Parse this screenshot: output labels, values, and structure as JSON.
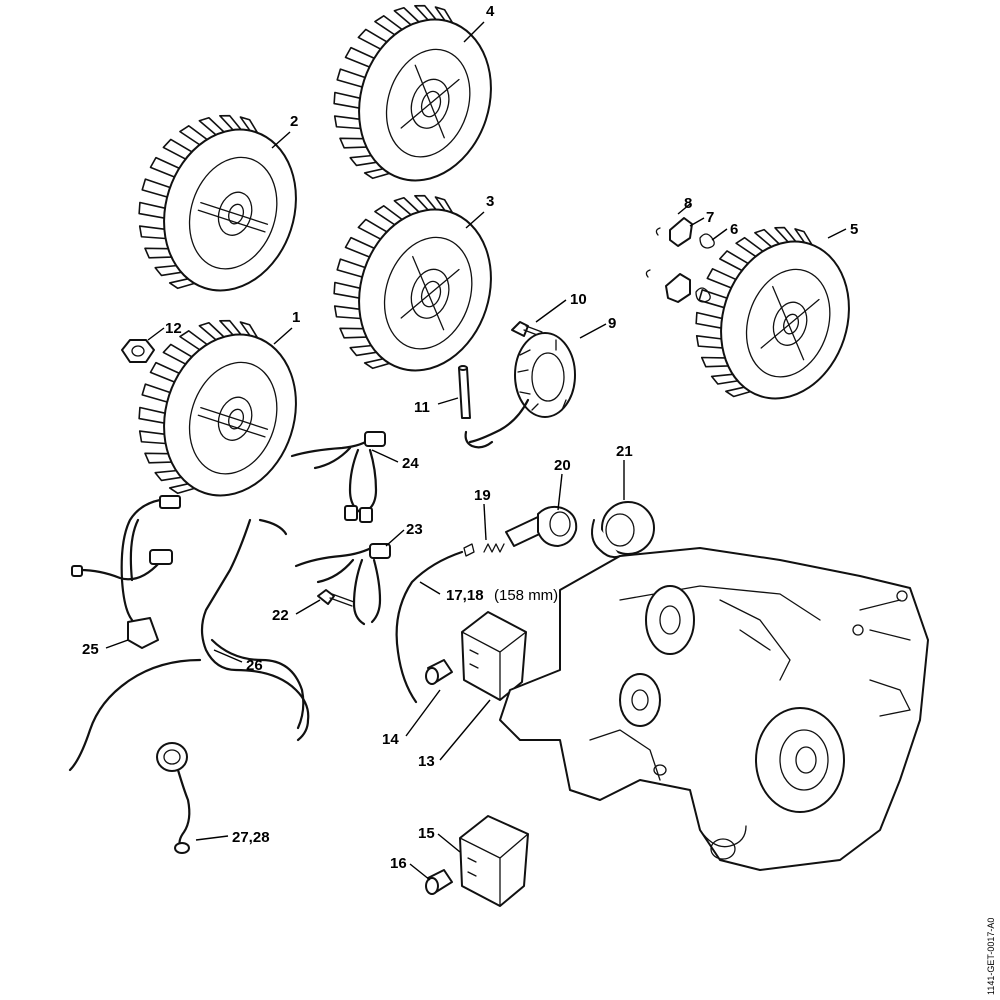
{
  "diagram": {
    "callouts": {
      "p1": "1",
      "p2": "2",
      "p3": "3",
      "p4": "4",
      "p5": "5",
      "p6": "6",
      "p7": "7",
      "p8": "8",
      "p9": "9",
      "p10": "10",
      "p11": "11",
      "p12": "12",
      "p13": "13",
      "p14": "14",
      "p15": "15",
      "p16": "16",
      "p17_18": "17,18",
      "p17_18_note": "(158 mm)",
      "p19": "19",
      "p20": "20",
      "p21": "21",
      "p22": "22",
      "p23": "23",
      "p24": "24",
      "p25": "25",
      "p26": "26",
      "p27_28": "27,28"
    },
    "drawing_code": "1141-GET-0017-A0"
  }
}
